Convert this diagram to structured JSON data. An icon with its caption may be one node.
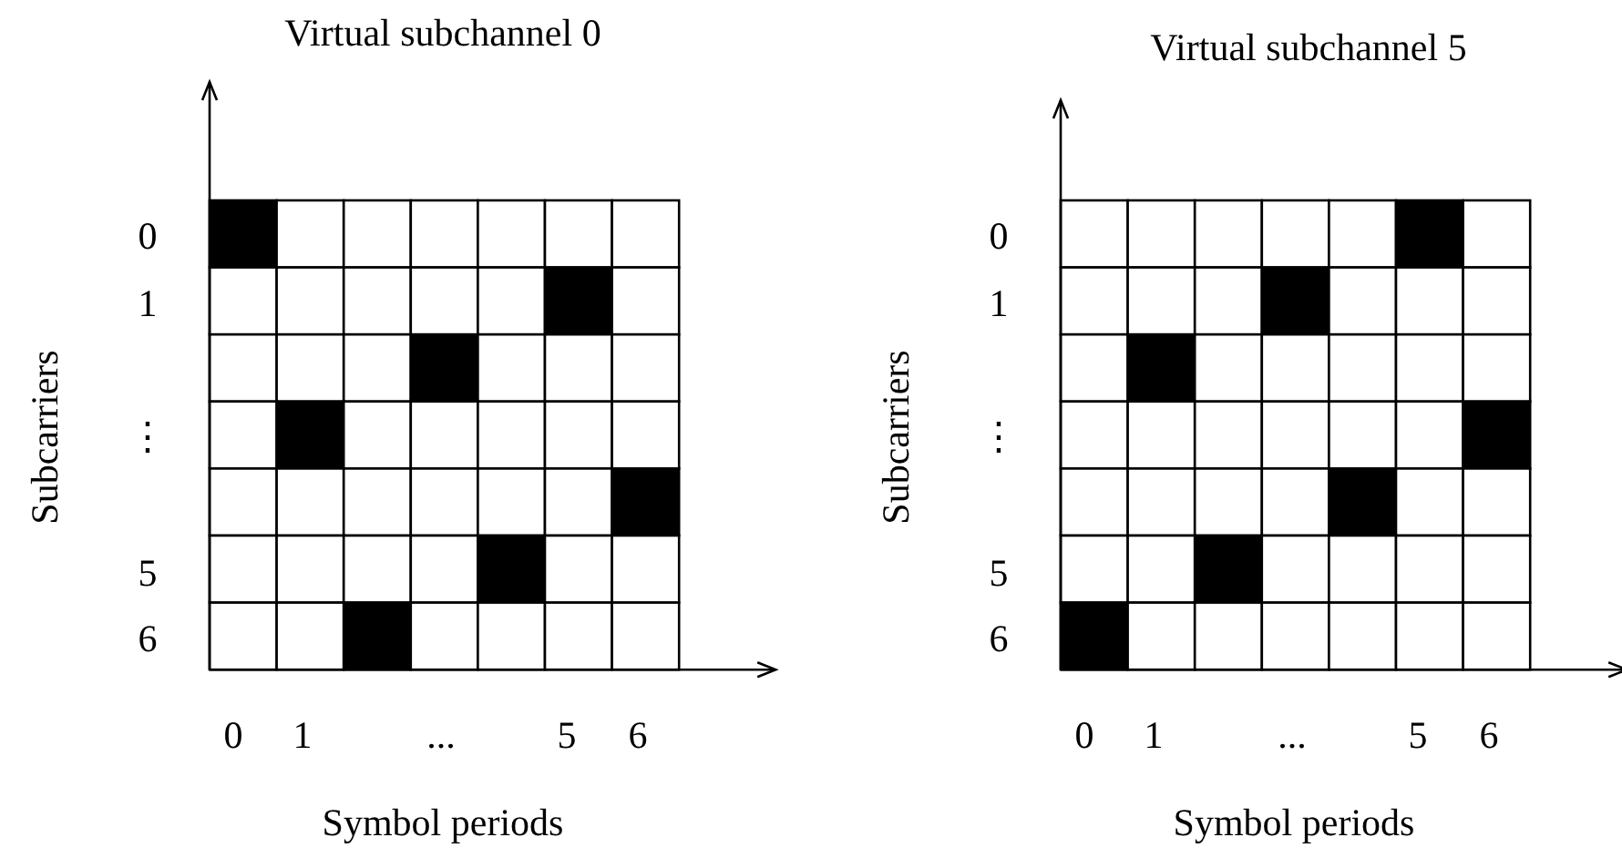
{
  "diagram": {
    "labels": [
      "Virtual subchannel 0",
      "Subcarriers",
      "0",
      "1",
      "⋮",
      "5",
      "6",
      "0",
      "1",
      "...",
      "5",
      "6",
      "Symbol periods",
      "Virtual subchannel 5",
      "Subcarriers",
      "0",
      "1",
      "⋮",
      "5",
      "6",
      "0",
      "1",
      "...",
      "5",
      "6",
      "Symbol periods"
    ]
  }
}
